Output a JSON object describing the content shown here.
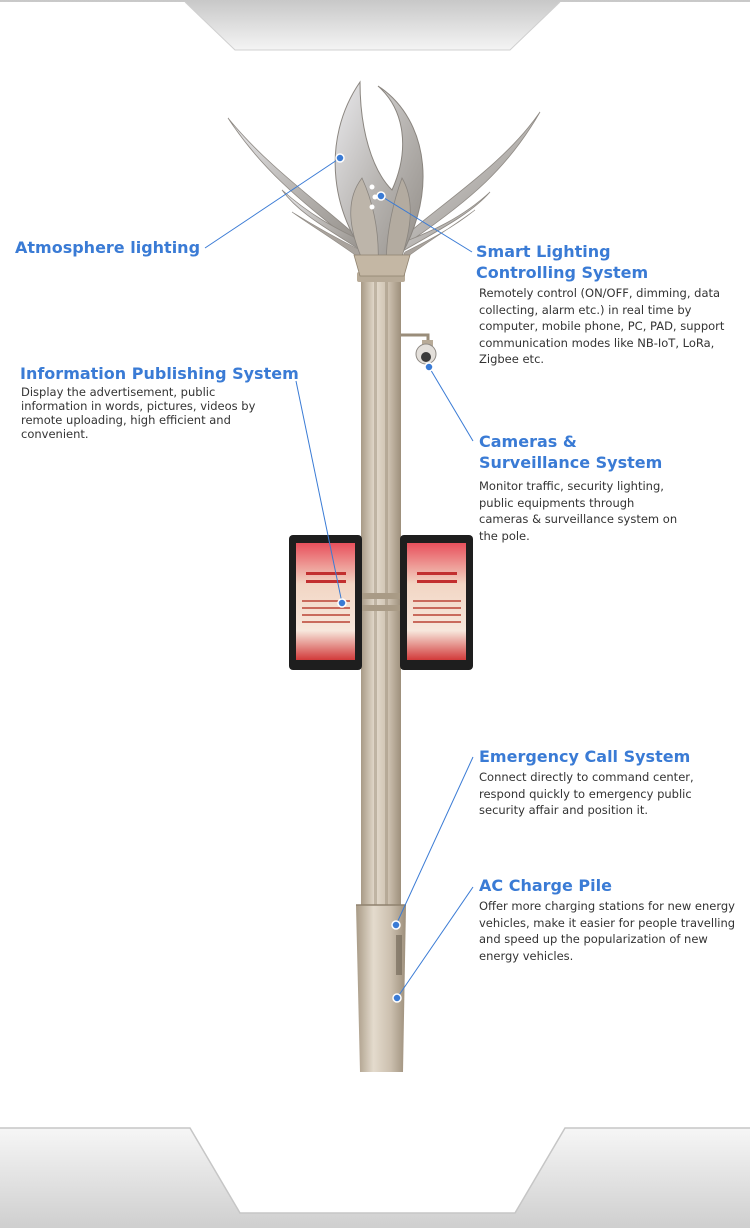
{
  "colors": {
    "accent": "#3a7bd5",
    "text": "#333333",
    "pole": "#cbbfae",
    "screen_bezel": "#1e1e1e",
    "screen_poster": "#d94a3a"
  },
  "features": {
    "atmosphere": {
      "title": "Atmosphere lighting"
    },
    "smart_lighting": {
      "title_line1": "Smart Lighting",
      "title_line2": "Controlling System",
      "desc": "Remotely control (ON/OFF, dimming, data collecting, alarm etc.) in real time by computer, mobile phone, PC, PAD, support communication modes like NB-IoT, LoRa, Zigbee etc."
    },
    "info_publishing": {
      "title": "Information Publishing System",
      "desc": "Display the advertisement, public information in words, pictures, videos by remote uploading, high efficient and convenient."
    },
    "cameras": {
      "title_line1": "Cameras &",
      "title_line2": "Surveillance System",
      "desc": "Monitor traffic, security lighting, public equipments through cameras & surveillance system on the pole."
    },
    "emergency": {
      "title": "Emergency Call System",
      "desc": "Connect directly to command center, respond quickly to emergency public security affair and position it."
    },
    "charge": {
      "title": "AC Charge Pile",
      "desc": "Offer more charging stations for new energy vehicles, make it easier for people travelling and speed up the popularization of new energy vehicles."
    }
  }
}
